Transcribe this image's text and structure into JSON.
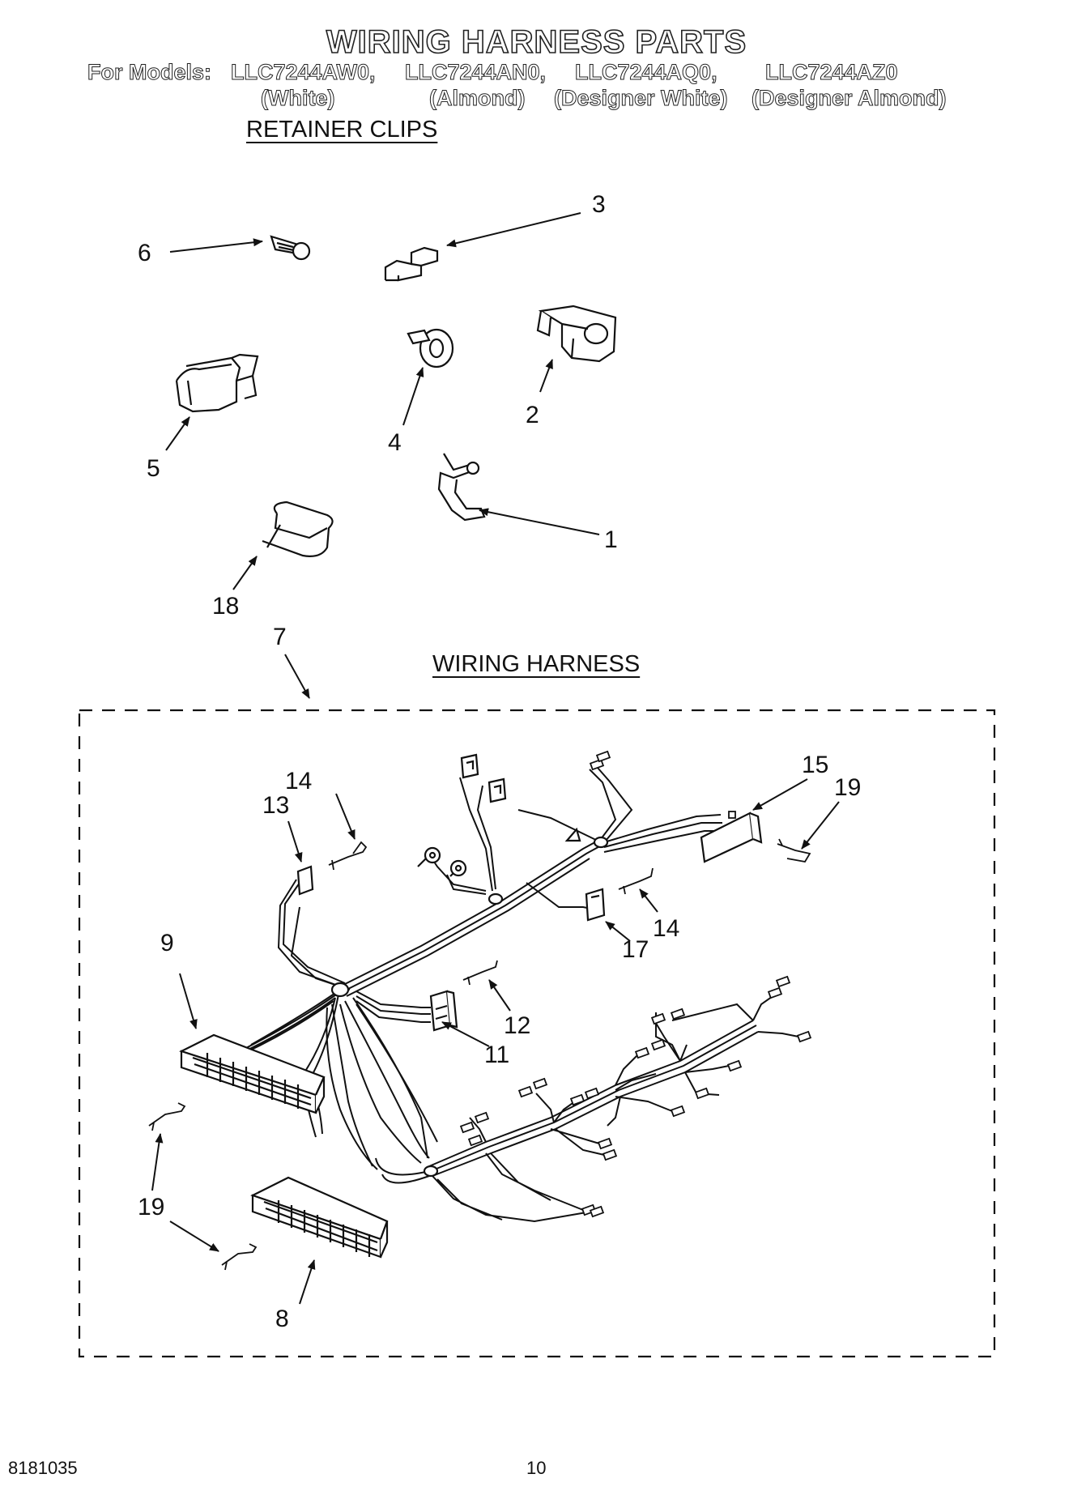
{
  "header": {
    "title": "WIRING HARNESS PARTS",
    "models_prefix": "For Models:",
    "models": [
      {
        "model": "LLC7244AW0,",
        "color": "(White)"
      },
      {
        "model": "LLC7244AN0,",
        "color": "(Almond)"
      },
      {
        "model": "LLC7244AQ0,",
        "color": "(Designer White)"
      },
      {
        "model": "LLC7244AZ0",
        "color": "(Designer Almond)"
      }
    ]
  },
  "sections": {
    "retainer_clips": "RETAINER CLIPS",
    "wiring_harness": "WIRING HARNESS"
  },
  "callouts": {
    "c1": "1",
    "c2": "2",
    "c3": "3",
    "c4": "4",
    "c5": "5",
    "c6": "6",
    "c7": "7",
    "c8": "8",
    "c9": "9",
    "c11": "11",
    "c12": "12",
    "c13": "13",
    "c14a": "14",
    "c14b": "14",
    "c15": "15",
    "c17": "17",
    "c18": "18",
    "c19a": "19",
    "c19b": "19"
  },
  "footer": {
    "doc_number": "8181035",
    "page_number": "10"
  }
}
